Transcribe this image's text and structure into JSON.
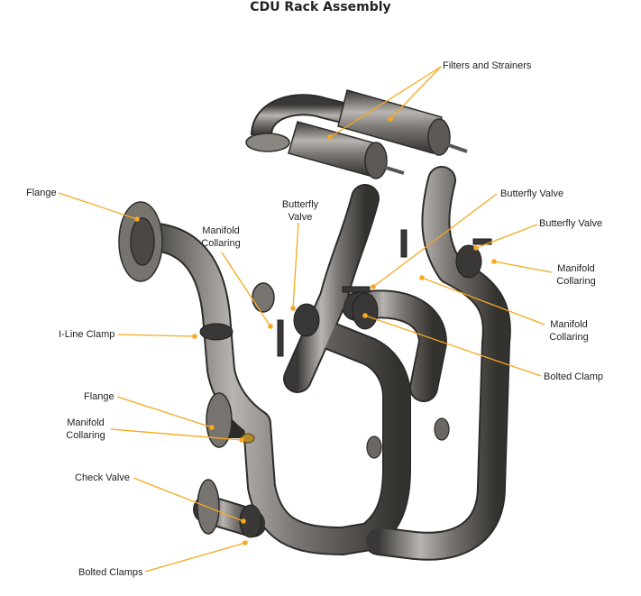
{
  "title": "CDU Rack Assembly",
  "labels": {
    "filters_strainers": "Filters and Strainers",
    "flange_top": "Flange",
    "butterfly_valve_center_line1": "Butterfly",
    "butterfly_valve_center_line2": "Valve",
    "manifold_collaring_left_line1": "Manifold",
    "manifold_collaring_left_line2": "Collaring",
    "butterfly_valve_right1": "Butterfly Valve",
    "butterfly_valve_right2": "Butterfly Valve",
    "manifold_collaring_right1_line1": "Manifold",
    "manifold_collaring_right1_line2": "Collaring",
    "iline_clamp": "I-Line Clamp",
    "manifold_collaring_right2_line1": "Manifold",
    "manifold_collaring_right2_line2": "Collaring",
    "bolted_clamp": "Bolted Clamp",
    "flange_lower": "Flange",
    "manifold_collaring_lower_line1": "Manifold",
    "manifold_collaring_lower_line2": "Collaring",
    "check_valve": "Check Valve",
    "bolted_clamps": "Bolted Clamps"
  },
  "colors": {
    "leader": "#f5a91f",
    "pipe": "#6d6a67",
    "pipe_dark": "#3e3c3a",
    "pipe_light": "#b3afab"
  }
}
